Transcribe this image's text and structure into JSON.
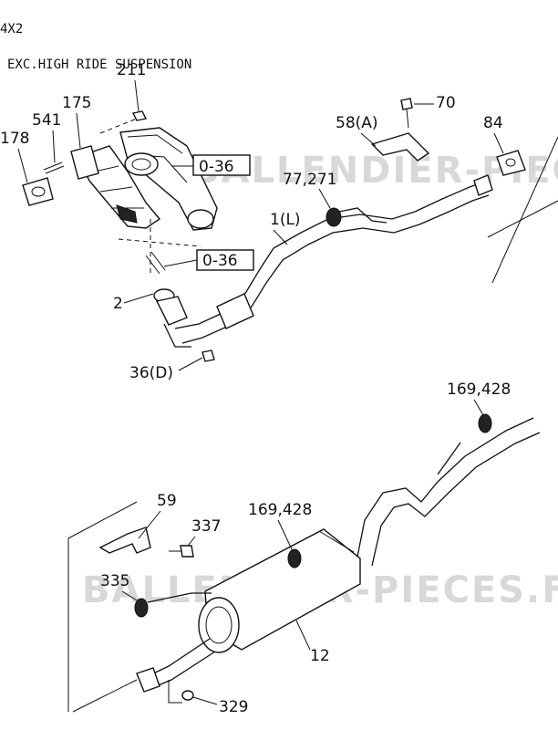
{
  "header": {
    "drive": "4X2",
    "variant": "EXC.HIGH RIDE SUSPENSION"
  },
  "watermark": "BALLENDIER-PIECES.FR",
  "callouts": {
    "p211": "211",
    "p175": "175",
    "p541": "541",
    "p178": "178",
    "ref1": "0-36",
    "ref2": "0-36",
    "p2": "2",
    "p36d": "36(D)",
    "p1l": "1(L)",
    "p77": "77,271",
    "p58a": "58(A)",
    "p70": "70",
    "p84": "84",
    "p169a": "169,428",
    "p169b": "169,428",
    "p59": "59",
    "p337": "337",
    "p335": "335",
    "p12": "12",
    "p329": "329"
  }
}
